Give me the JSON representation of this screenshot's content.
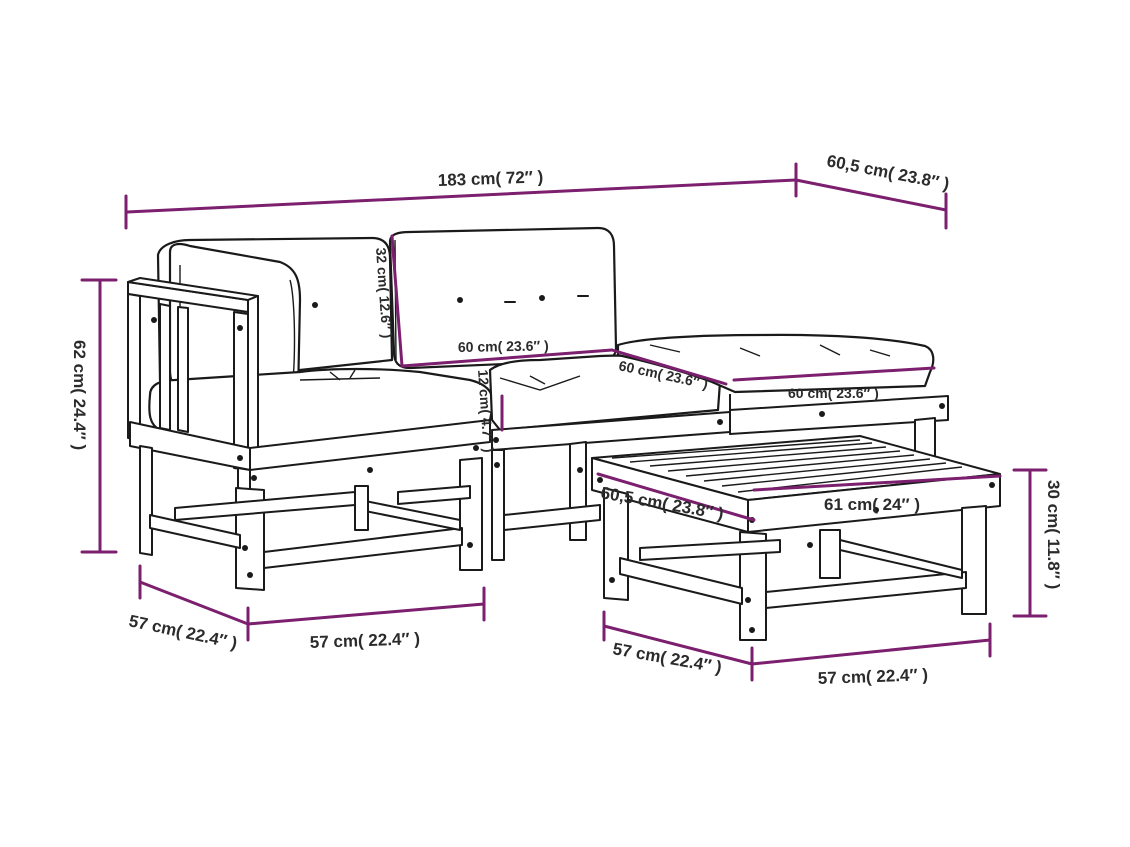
{
  "dimensions": {
    "total_width": "183 cm( 72″ )",
    "depth_top": "60,5 cm( 23.8″ )",
    "height_total": "62 cm( 24.4″ )",
    "back_cushion_height": "32 cm( 12.6″ )",
    "back_cushion_width": "60 cm( 23.6″ )",
    "seat_cushion_width": "60 cm( 23.6″ )",
    "seat_cushion_depth": "60 cm( 23.6″ )",
    "seat_cushion_thickness": "12 cm( 4.7″ )",
    "module_depth": "57 cm( 22.4″ )",
    "module_width": "57 cm( 22.4″ )",
    "table_depth": "60,5 cm( 23.8″ )",
    "table_width": "61 cm( 24″ )",
    "table_height": "30 cm( 11.8″ )",
    "footstool_depth": "57 cm( 22.4″ )",
    "footstool_width": "57 cm( 22.4″ )"
  }
}
